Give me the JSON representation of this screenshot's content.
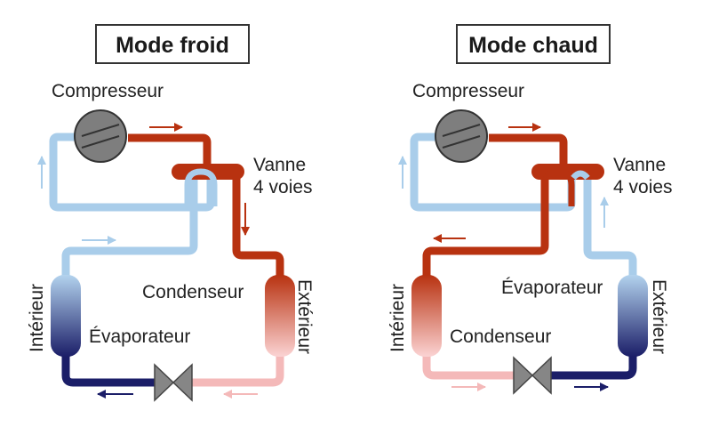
{
  "colors": {
    "hot": "#b83210",
    "cold_light": "#a9cdea",
    "cold_dark": "#1b1e68",
    "warm_light": "#f4b9b9",
    "compressor": "#7e7e7e",
    "valve": "#868686",
    "box_border": "#333333"
  },
  "cooling": {
    "title": "Mode froid",
    "compressor_label": "Compresseur",
    "valve_label_line1": "Vanne",
    "valve_label_line2": "4 voies",
    "indoor_label": "Intérieur",
    "outdoor_label": "Extérieur",
    "indoor_coil_label": "Évaporateur",
    "outdoor_coil_label": "Condenseur"
  },
  "heating": {
    "title": "Mode chaud",
    "compressor_label": "Compresseur",
    "valve_label_line1": "Vanne",
    "valve_label_line2": "4 voies",
    "indoor_label": "Intérieur",
    "outdoor_label": "Extérieur",
    "indoor_coil_label": "Condenseur",
    "outdoor_coil_label": "Évaporateur"
  }
}
